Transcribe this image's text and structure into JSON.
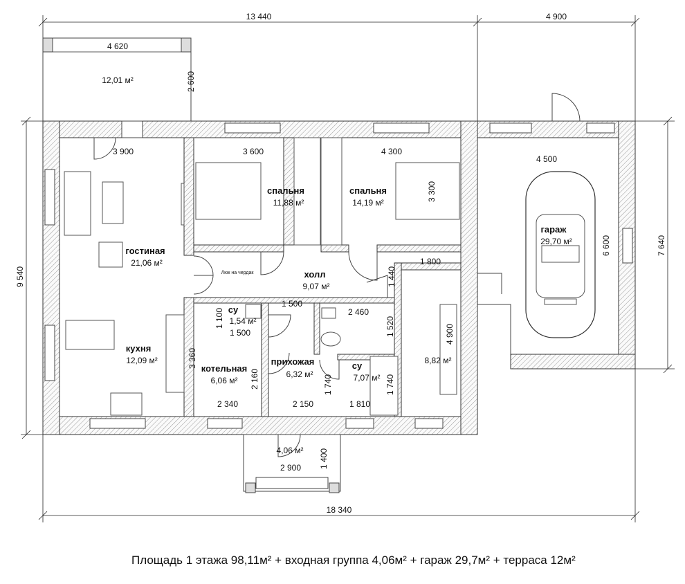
{
  "dimensions": {
    "top_total": "13 440",
    "top_garage": "4 900",
    "terrace_width": "4 620",
    "terrace_depth": "2 600",
    "left_total": "9 540",
    "right_total": "7 640",
    "bottom_total": "18 340",
    "living_width": "3 900",
    "bed1_width": "3 600",
    "bed2_width": "4 300",
    "bed2_depth": "3 300",
    "garage_width": "4 500",
    "garage_depth": "6 600",
    "room8_width": "1 800",
    "hall_1440": "1 440",
    "wc1_width": "1 500",
    "wc1_depth": "1 100",
    "wc1_width2": "1 500",
    "bath_width": "2 460",
    "bath_1520": "1 520",
    "room8_depth": "4 900",
    "kitchen_3360": "3 360",
    "boiler_2160": "2 160",
    "hall_1740a": "1 740",
    "hall_1740b": "1 740",
    "boiler_width": "2 340",
    "entry_width": "2 150",
    "bath_1810": "1 810",
    "porch_depth": "1 400",
    "porch_width": "2 900"
  },
  "rooms": {
    "terrace_area": "12,01 м²",
    "living_name": "гостиная",
    "living_area": "21,06 м²",
    "kitchen_name": "кухня",
    "kitchen_area": "12,09 м²",
    "bed1_name": "спальня",
    "bed1_area": "11,88 м²",
    "bed2_name": "спальня",
    "bed2_area": "14,19 м²",
    "garage_name": "гараж",
    "garage_area": "29,70 м²",
    "hall_name": "холл",
    "hall_area": "9,07 м²",
    "hatch_label": "Люк на чердак",
    "wc1_name": "су",
    "wc1_area": "1,54 м²",
    "entry_name": "прихожая",
    "entry_area": "6,32 м²",
    "boiler_name": "котельная",
    "boiler_area": "6,06 м²",
    "bath_name": "су",
    "bath_area": "7,07 м²",
    "room8_area": "8,82 м²",
    "porch_area": "4,06 м²"
  },
  "summary": "Площадь 1 этажа 98,11м² + входная группа 4,06м² + гараж 29,7м² + терраса 12м²"
}
